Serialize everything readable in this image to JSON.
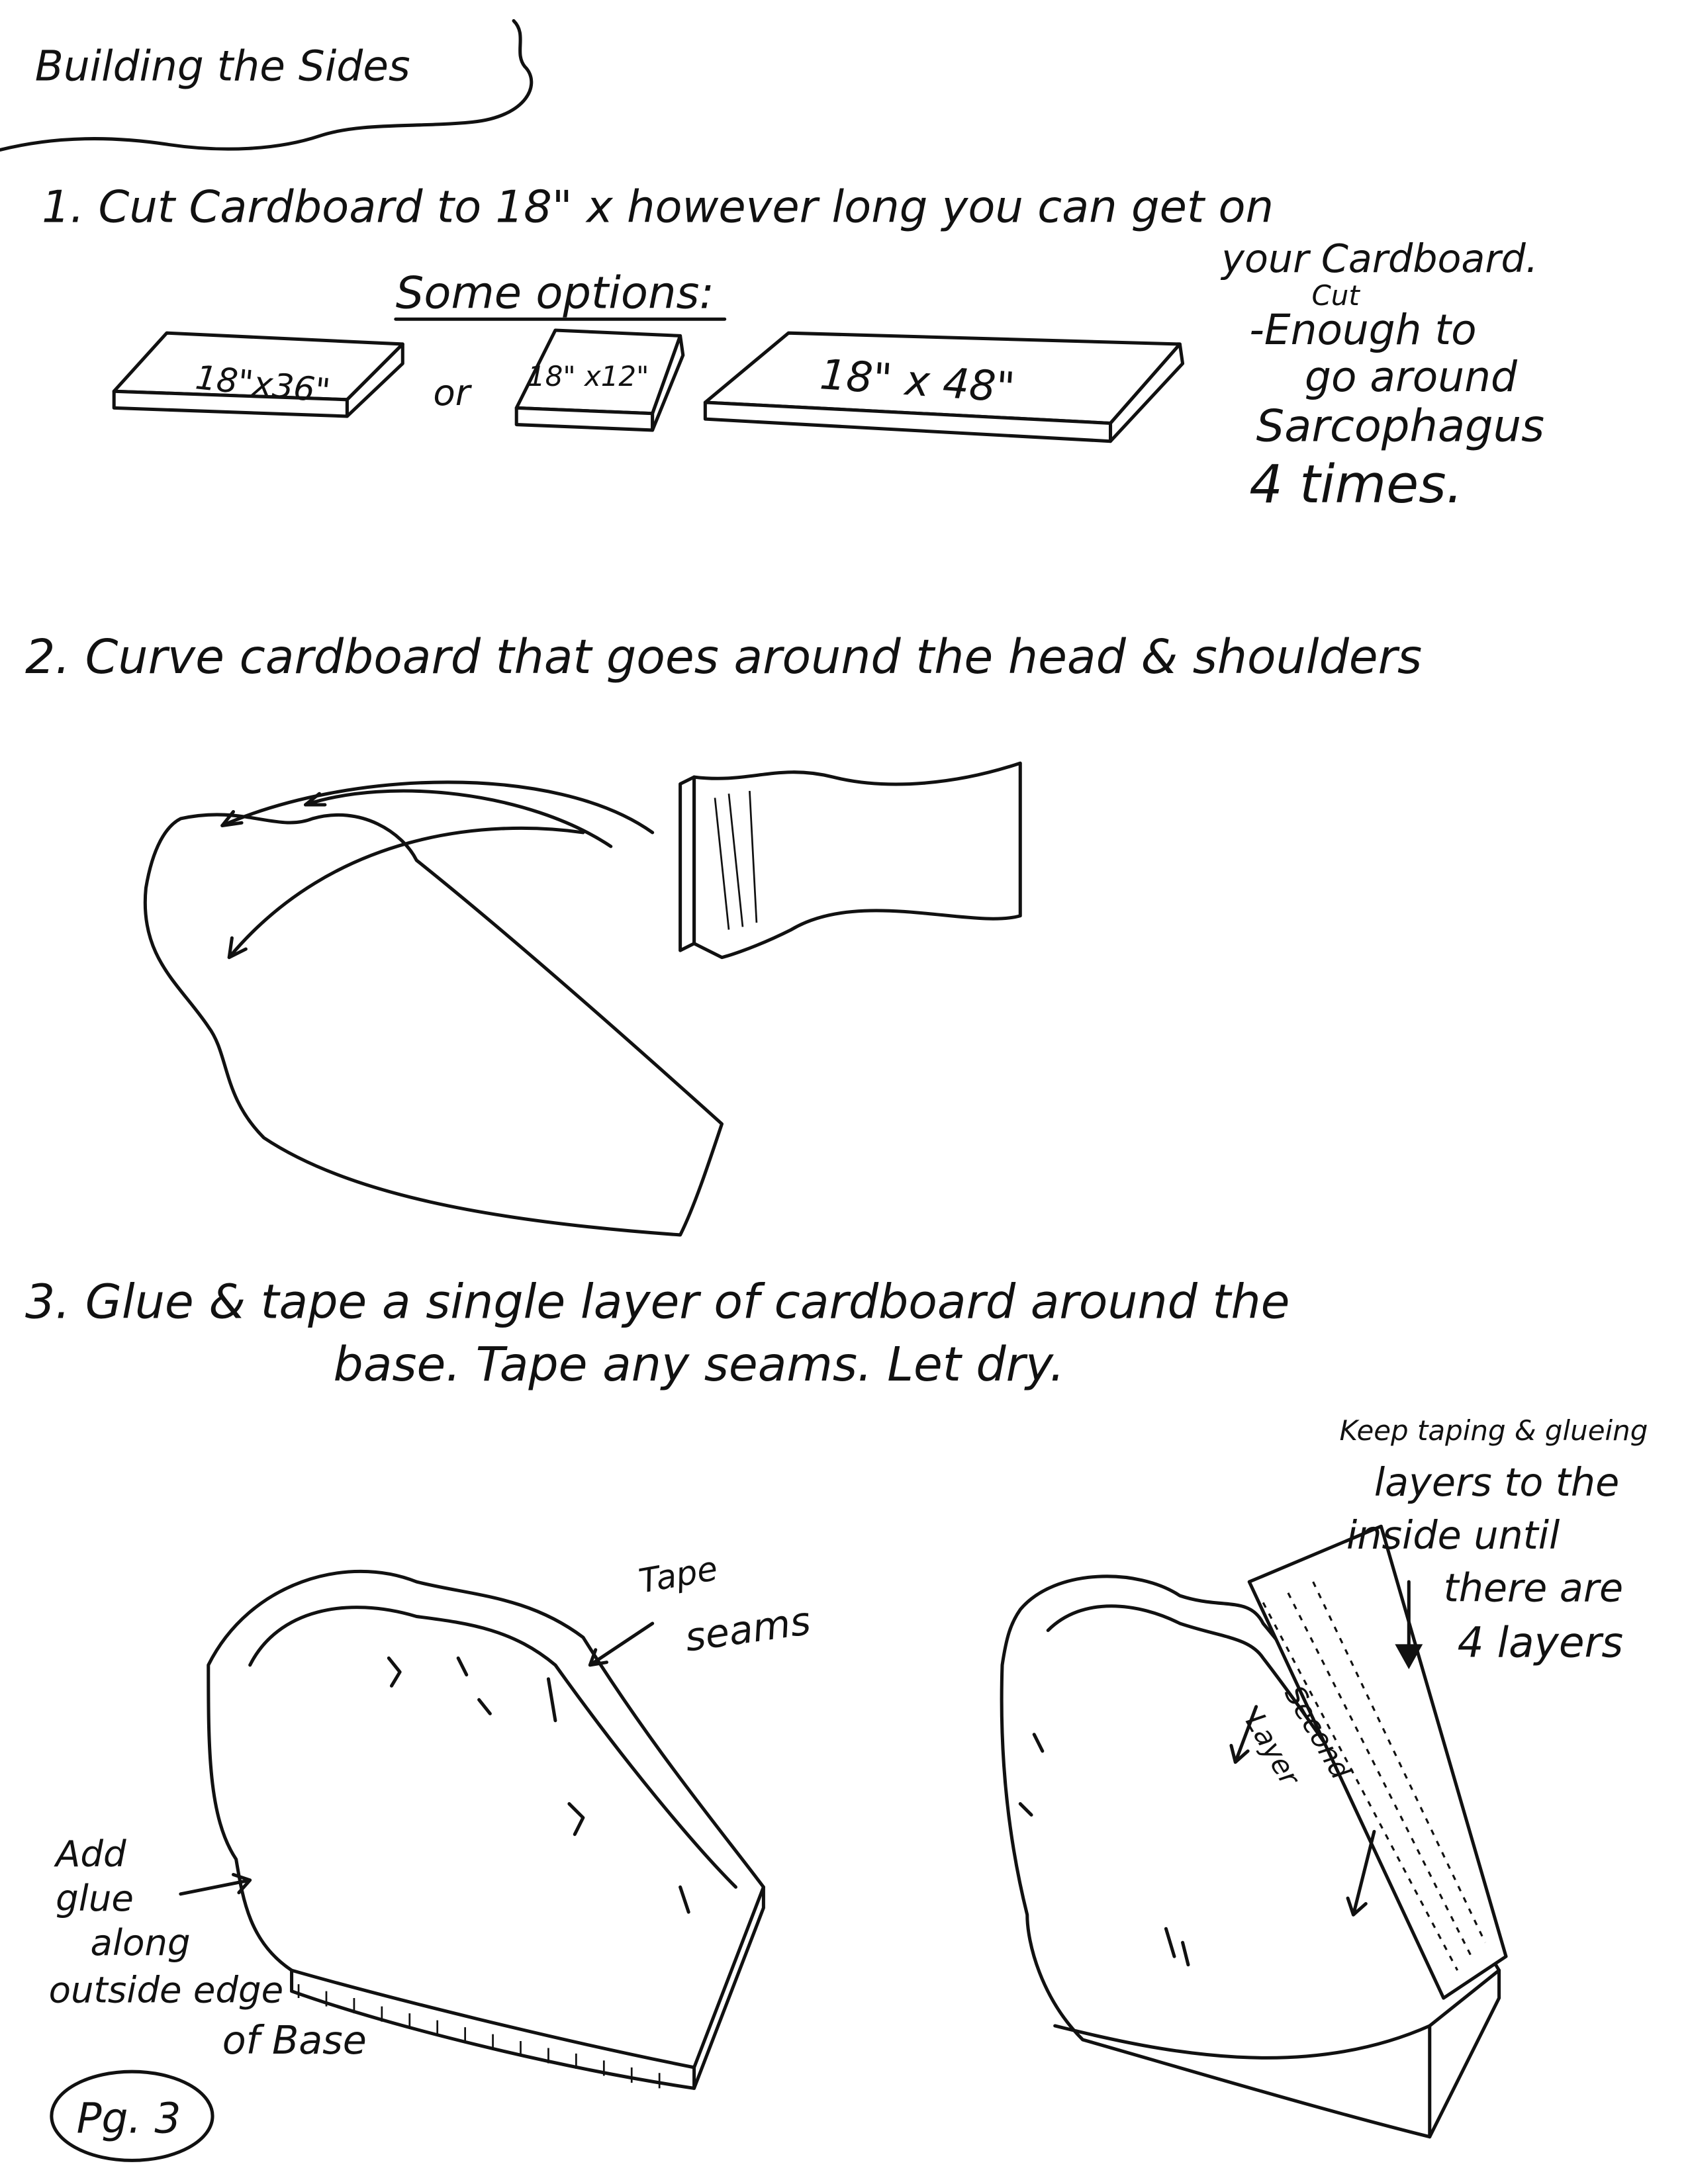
{
  "title": "Building the Sides",
  "step1": {
    "line1": "1. Cut Cardboard to 18\" x however long you can get on",
    "line2": "your Cardboard.",
    "options_label": "Some options:",
    "options": [
      "18\"x36\"",
      "18\" x12\"",
      "18\" x 48\""
    ],
    "or": "or",
    "note": {
      "cut": "Cut",
      "line1": "-Enough to",
      "line2": "go around",
      "line3": "Sarcophagus",
      "line4": "4 times."
    }
  },
  "step2": {
    "text": "2. Curve cardboard that goes around the head & shoulders"
  },
  "step3": {
    "line1": "3. Glue & tape a single layer of cardboard around the",
    "line2": "base. Tape any seams. Let dry.",
    "tape_seams": [
      "Tape",
      "seams"
    ],
    "add_glue": [
      "Add",
      "glue",
      "along",
      "outside edge",
      "of Base"
    ],
    "keep_taping": [
      "Keep taping & glueing",
      "layers to the",
      "inside until",
      "there are",
      "4 layers"
    ],
    "second_layer": [
      "Second",
      "Layer"
    ]
  },
  "page_number": "Pg. 3"
}
